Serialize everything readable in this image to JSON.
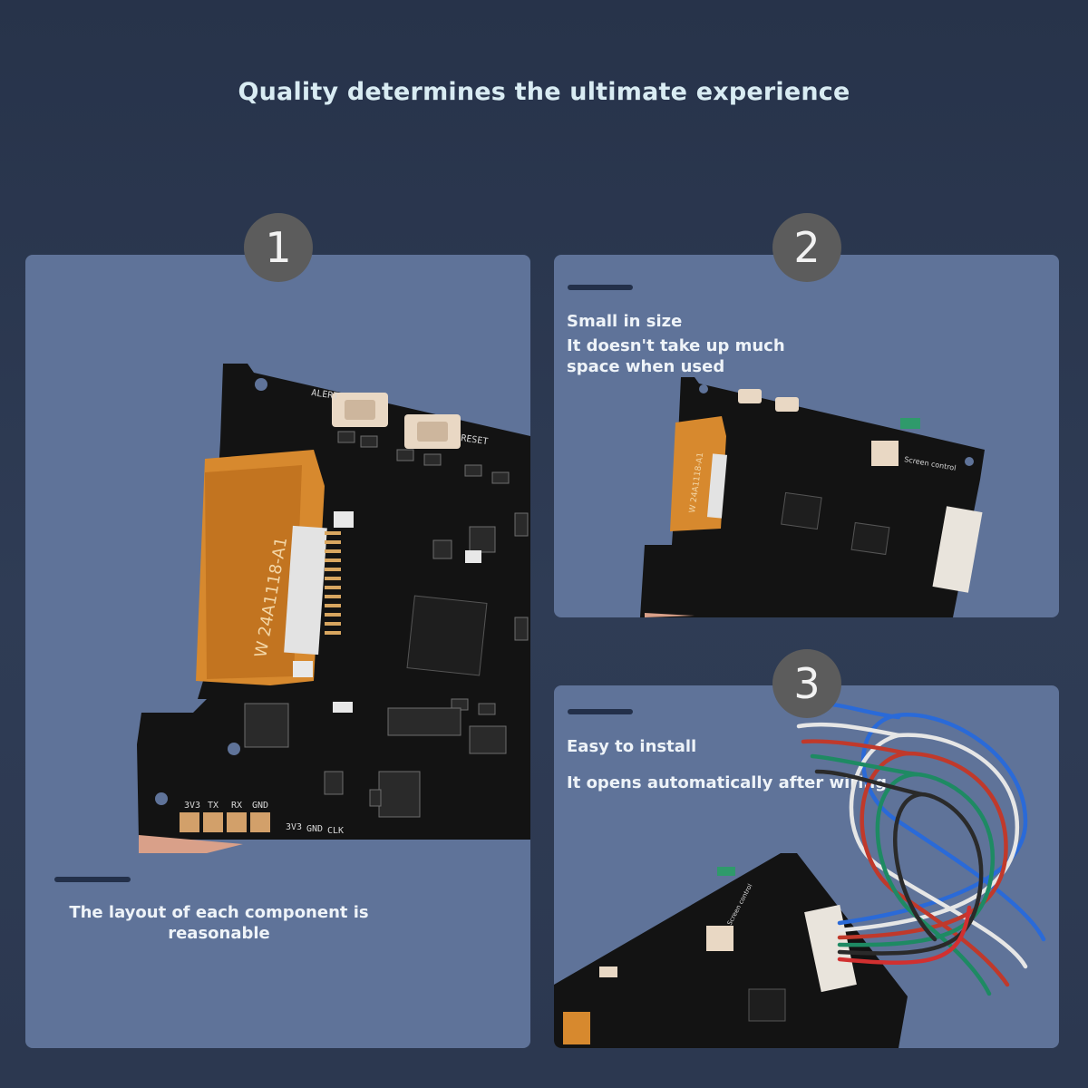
{
  "page": {
    "title": "Quality determines the ultimate experience"
  },
  "cards": [
    {
      "number": "1",
      "caption_line1": "The layout of each component is",
      "caption_line2": "reasonable",
      "board": {
        "label_alert": "ALERT",
        "label_reset": "RESET",
        "flex_label": "W 24A1118-A1",
        "pins": [
          "3V3",
          "TX",
          "RX",
          "GND"
        ],
        "pins2": [
          "3V3",
          "GND",
          "CLK"
        ]
      }
    },
    {
      "number": "2",
      "heading": "Small in size",
      "line1": "It doesn't take up much",
      "line2": "space when used",
      "board": {
        "flex_label": "W 24A1118-A1",
        "side_label": "Screen control"
      }
    },
    {
      "number": "3",
      "heading": "Easy to install",
      "line1": "It opens automatically after wiring",
      "board": {
        "side_label": "Screen control"
      }
    }
  ],
  "colors": {
    "background": "#2b374f",
    "card": "#5f7399",
    "badge": "#5c5c5c",
    "title": "#d9ecf3",
    "pcb": "#141414",
    "flex_cable": "#d7892e"
  }
}
